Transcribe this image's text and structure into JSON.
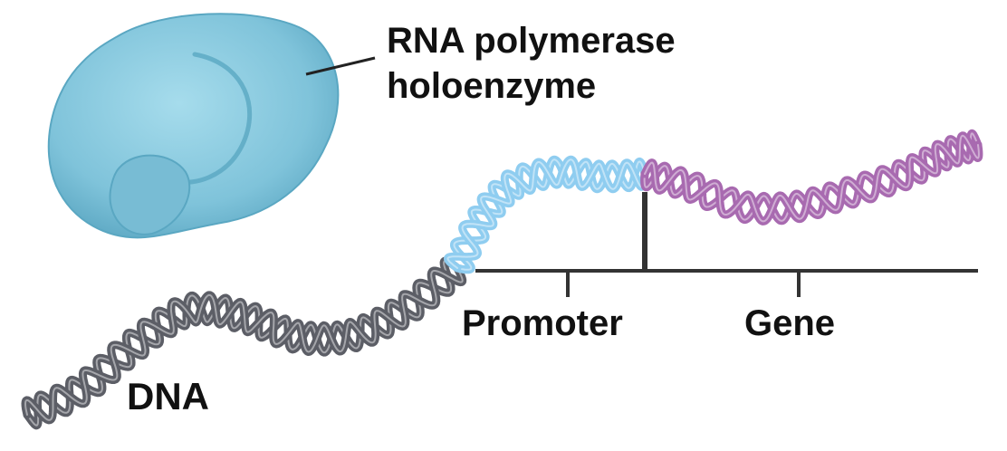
{
  "labels": {
    "enzyme_line1": "RNA polymerase",
    "enzyme_line2": "holoenzyme",
    "promoter": "Promoter",
    "gene": "Gene",
    "dna": "DNA"
  },
  "colors": {
    "enzyme_fill": "#7fc3da",
    "enzyme_shadow": "#5aa7c2",
    "dna_gray": "#5c5e66",
    "promoter_blue": "#8fcdf0",
    "gene_purple": "#a86ab0",
    "line": "#222222"
  }
}
